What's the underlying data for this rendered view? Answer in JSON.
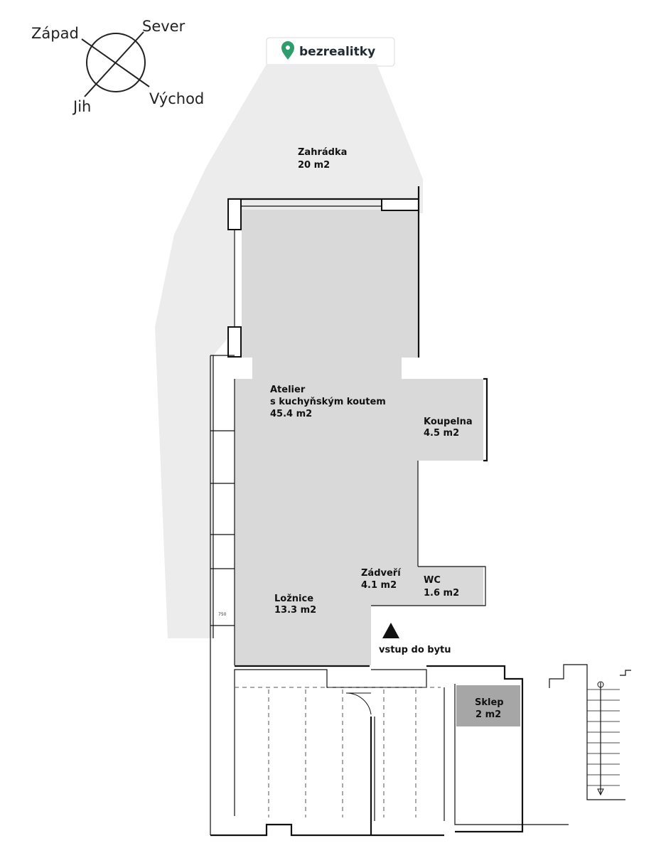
{
  "compass": {
    "west": "Západ",
    "north": "Sever",
    "south": "Jih",
    "east": "Východ"
  },
  "brand": {
    "name": "bezrealitky",
    "logo_icon": "map-pin-icon",
    "accent_color": "#2e9c6b"
  },
  "rooms": {
    "garden": {
      "name": "Zahrádka",
      "area": "20 m2"
    },
    "atelier": {
      "name_line1": "Atelier",
      "name_line2": "s kuchyňským koutem",
      "area": "45.4 m2"
    },
    "bathroom": {
      "name": "Koupelna",
      "area": "4.5 m2"
    },
    "hall": {
      "name": "Zádveří",
      "area": "4.1 m2"
    },
    "wc": {
      "name": "WC",
      "area": "1.6 m2"
    },
    "bedroom": {
      "name": "Ložnice",
      "area": "13.3 m2"
    },
    "cellar": {
      "name": "Sklep",
      "area": "2 m2"
    }
  },
  "entrance": {
    "label": "vstup do bytu",
    "icon": "entrance-arrow-icon"
  },
  "dimension": {
    "window_width": "750"
  },
  "colors": {
    "garden_fill": "#ececec",
    "room_fill": "#d9d9d9",
    "cellar_fill": "#a6a6a6",
    "wall": "#111111"
  }
}
